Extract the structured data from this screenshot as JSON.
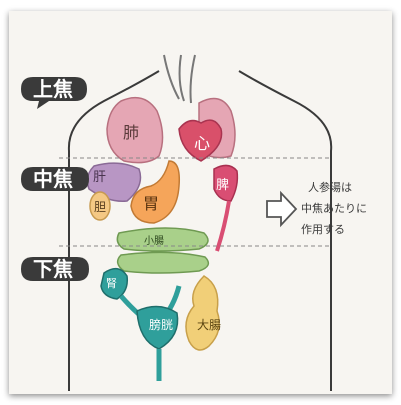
{
  "zones": {
    "upper": "上焦",
    "middle": "中焦",
    "lower": "下焦"
  },
  "organs": {
    "lung": "肺",
    "heart": "心",
    "liver": "肝",
    "gallbladder": "胆",
    "stomach": "胃",
    "spleen": "脾",
    "small_intestine": "小腸",
    "kidney": "腎",
    "bladder": "膀胱",
    "large_intestine": "大腸"
  },
  "note": {
    "line1": "人参湯は",
    "line2": "中焦あたりに",
    "line3": "作用する"
  },
  "icons": {
    "arrow": "hollow-right-arrow-icon"
  },
  "colors": {
    "lung": "#e5a6b4",
    "heart": "#d9506a",
    "liver": "#b896c4",
    "gallbladder": "#f4c884",
    "stomach": "#f5a55a",
    "spleen": "#d94e73",
    "intestine": "#a9d08a",
    "kidney": "#2f9f9b",
    "large_intestine": "#f1cf78",
    "badge": "#3a3a3a"
  }
}
